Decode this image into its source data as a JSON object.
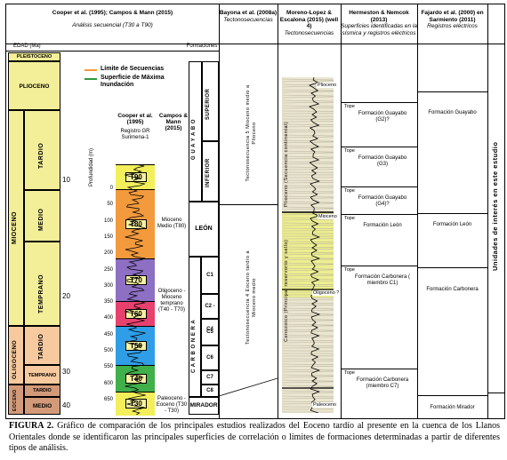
{
  "header": {
    "col1_title": "Cooper et al. (1995);  Campos & Mann (2015)",
    "col1_sub": "Análisis secuencial (T30 a T90)",
    "col2_title": "Bayona et al. (2008a)",
    "col2_sub": "Tectonosecuencias",
    "col3_title": "Moreno-Lopez & Escalona (2015) (well 4)",
    "col3_sub": "Tectonosecuencias",
    "col4_title": "Hermeston & Nemcok (2013)",
    "col4_sub": "Superficies identificadas en la sísmica y registros eléctricos",
    "col5_title": "Fajardo et al. (2000) en Sarmiento (2011)",
    "col5_sub": "Registros eléctricos",
    "edad_label": "EDAD (Ma)",
    "formaciones_label": "Formaciones"
  },
  "eras": [
    {
      "label": "PLEISTOCENO"
    },
    {
      "label": "PLIOCENO"
    },
    {
      "label": "TARDIO"
    },
    {
      "label": "MEDIO"
    },
    {
      "label": "TEMPRANO"
    },
    {
      "label": "TARDIO"
    },
    {
      "label": "TEMPRANO"
    },
    {
      "label": "TARDIO"
    },
    {
      "label": "MEDIO"
    }
  ],
  "epochs": {
    "mioceno": "MIOCENO",
    "oligoceno": "OLIGOCENO",
    "eoceno": "EOCENO"
  },
  "ages": [
    "10",
    "20",
    "30",
    "40"
  ],
  "legend": {
    "limite": "Límite de Secuencias",
    "superficie": "Superficie de Máxima Inundación"
  },
  "colors": {
    "orange": "#f39a3c",
    "green": "#2c9a3a",
    "yellow": "#f2ef5a",
    "era_yellow": "#f3ee98",
    "era_peach": "#f6c99e",
    "era_brown": "#d39a7a"
  },
  "log": {
    "title": "Cooper et al. (1995)",
    "subtitle": "Registro GR Surimena-1",
    "depth_label": "Profundidad (m)",
    "depths": [
      "0",
      "50",
      "100",
      "150",
      "200",
      "250",
      "300",
      "350",
      "400",
      "450",
      "500",
      "550",
      "600",
      "650"
    ]
  },
  "sequences": [
    {
      "label": "T90",
      "color": "#f2ef5a"
    },
    {
      "label": "T80",
      "color": "#f39a3c"
    },
    {
      "label": "T70",
      "color": "#8d6fc4"
    },
    {
      "label": "T60",
      "color": "#e8416e"
    },
    {
      "label": "T50",
      "color": "#2f9ee6"
    },
    {
      "label": "T40",
      "color": "#3fb04a"
    },
    {
      "label": "T30",
      "color": "#f2ef5a"
    }
  ],
  "campos": {
    "title": "Campos & Mann (2015)",
    "mioceno_medio": "Mioceno Medio (T80)",
    "oligoceno": "Oligoceno - Mioceno temprano (T40 - T70)",
    "paleoceno": "Paleoceno - Eoceno (T30 - T30)"
  },
  "formations": {
    "guayabo": "G U A Y A B O",
    "superior": "SUPERIOR",
    "inferior": "INFERIOR",
    "leon": "LEÓN",
    "carbonera": "C A R B O N E R A",
    "c_units": [
      "C1",
      "C2 - C4",
      "C5",
      "C6",
      "C7",
      "C8"
    ],
    "mirador": "MIRADOR"
  },
  "bayona": {
    "ts5": "Tectonosecuencia 5 Mioceno medio a Plioceno",
    "ts4": "Tectonosecuencia 4 Eoceno tardío a Mioceno medio"
  },
  "moreno": {
    "labels": [
      "Plioceno",
      "Mioceno",
      "Oligoceno ?",
      "Paleoceno"
    ],
    "side_upper": "Plioceno (Secuencia continental)",
    "side_lower": "Cenozoico (Principal reservorio y sello)"
  },
  "hermeston": [
    {
      "tope": "Tope",
      "name": "Formación Guayabo (G2)?"
    },
    {
      "tope": "Tope",
      "name": "Formación Guayabo (G3)"
    },
    {
      "tope": "Tope",
      "name": "Formación Guayabo (G4)?"
    },
    {
      "tope": "Tope",
      "name": "Formación León"
    },
    {
      "tope": "Tope",
      "name": "Formación Carbonera ( miembro C1)"
    },
    {
      "tope": "Tope",
      "name": "Formación Carbonera (miembro C7)"
    }
  ],
  "fajardo": [
    "Formación Guayabo",
    "Formación León",
    "Formación Carbonera",
    "Formación Mirador"
  ],
  "interest": "Unidades de interés en este estudio",
  "caption": {
    "label": "FIGURA 2.",
    "text": " Gráfico de comparación de los principales estudios realizados del Eoceno tardío al presente en la cuenca de los Llanos Orientales donde se identificaron las principales superficies de correlación o límites de formaciones determinadas a partir de diferentes tipos de análisis."
  }
}
